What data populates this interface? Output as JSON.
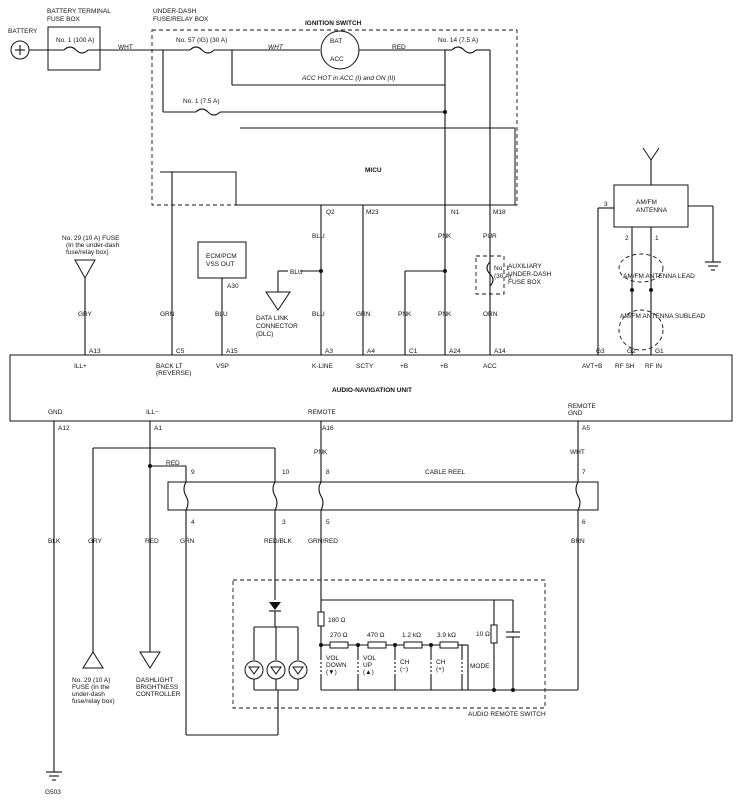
{
  "labels": {
    "battery": "BATTERY",
    "battery_fusebox": [
      "BATTERY TERMINAL",
      "FUSE BOX"
    ],
    "fuse_no1": "No. 1 (100 A)",
    "wht1": "WHT",
    "underdash_box": [
      "UNDER-DASH",
      "FUSE/RELAY BOX"
    ],
    "fuse_no57": "No. 57 (IG) (30 A)",
    "wht2": "WHT",
    "ign_switch": "IGNITION SWITCH",
    "bat": "BAT",
    "acc": "ACC",
    "red1": "RED",
    "fuse_no14": "No. 14 (7.5 A)",
    "acc_hot": "ACC HOT in ACC (I) and ON (II)",
    "fuse_no1b": "No. 1 (7.5 A)",
    "micu": "MICU",
    "pin_q2": "Q2",
    "pin_m23": "M23",
    "pin_n1": "N1",
    "pin_m18": "M18",
    "fuse29_top": [
      "No. 29 (10 A) FUSE",
      "(In the under-dash",
      "fuse/relay box)"
    ],
    "ecm": [
      "ECM/PCM",
      "VSS OUT"
    ],
    "a30": "A30",
    "blu1": "BLU",
    "blu2": "BLU",
    "blu3": "BLU",
    "blu4": "BLU",
    "dlc": [
      "DATA LINK",
      "CONNECTOR",
      "(DLC)"
    ],
    "grn_m23": "GRN",
    "pnk_n1": "PNK",
    "pnk_c1": "PNK",
    "pnk_a24": "PNK",
    "pur": "PUR",
    "aux_fuse": [
      "No. 1",
      "(30 A)"
    ],
    "aux_box": [
      "AUXILIARY",
      "UNDER-DASH",
      "FUSE BOX"
    ],
    "orn": "ORN",
    "gry1": "GRY",
    "grn_c5": "GRN",
    "amfm_antenna": [
      "AM/FM",
      "ANTENNA"
    ],
    "ant_3": "3",
    "ant_2": "2",
    "ant_1": "1",
    "ant_lead": "AM/FM ANTENNA LEAD",
    "ant_sublead": "AM/FM ANTENNA SUBLEAD",
    "pins_top": [
      "A13",
      "C5",
      "A15",
      "A3",
      "A4",
      "C1",
      "A24",
      "A14",
      "G3",
      "G2",
      "G1"
    ],
    "pin_names_top": [
      "ILL+",
      "BACK LT",
      "VSP",
      "K-LINE",
      "SCTY",
      "+B",
      "+B",
      "ACC",
      "AVT+B",
      "RF SH",
      "RF IN"
    ],
    "reverse": "(REVERSE)",
    "unit": "AUDIO-NAVIGATION UNIT",
    "pin_names_bottom": [
      "GND",
      "ILL−",
      "REMOTE",
      "REMOTE"
    ],
    "remote_gnd2": "GND",
    "pins_bottom": [
      "A12",
      "A1",
      "A16",
      "A5"
    ],
    "pnk_a16": "PNK",
    "wht_a5": "WHT",
    "red_ill": "RED",
    "cable_reel": "CABLE REEL",
    "reel_top": [
      "9",
      "10",
      "8",
      "7"
    ],
    "reel_bottom": [
      "4",
      "3",
      "5",
      "6"
    ],
    "blk": "BLK",
    "gry2": "GRY",
    "red2": "RED",
    "grn_bot": "GRN",
    "red_blk": "RED/BLK",
    "grn_red": "GRN/RED",
    "brn": "BRN",
    "r180": "180 Ω",
    "r270": "270 Ω",
    "r470": "470 Ω",
    "r1k2": "1.2 kΩ",
    "r3k9": "3.9 kΩ",
    "r10": "10 Ω",
    "sw_voldown": [
      "VOL",
      "DOWN",
      "(▼)"
    ],
    "sw_volup": [
      "VOL",
      "UP",
      "(▲)"
    ],
    "sw_chm": [
      "CH",
      "(−)"
    ],
    "sw_chp": [
      "CH",
      "(+)"
    ],
    "sw_mode": "MODE",
    "remote_switch": "AUDIO REMOTE SWITCH",
    "fuse29_bottom": [
      "No. 29 (10 A)",
      "FUSE (In the",
      "under-dash",
      "fuse/relay box)"
    ],
    "dash_ctrl": [
      "DASHLIGHT",
      "BRIGHTNESS",
      "CONTROLLER"
    ],
    "g503": "G503"
  }
}
